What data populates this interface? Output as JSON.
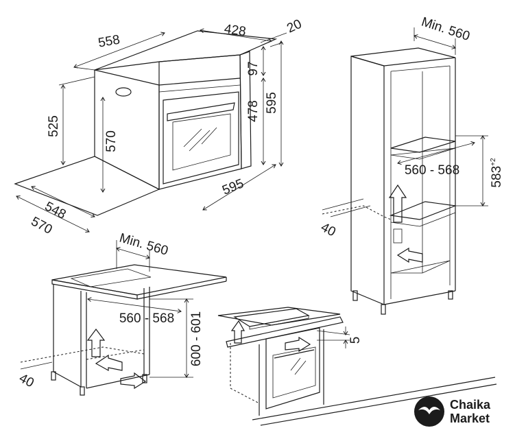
{
  "oven_drawing": {
    "width_top": "558",
    "depth_top": "428",
    "front_panel": "20",
    "control_height": "97",
    "door_height": "478",
    "total_height": "595",
    "left_height": "525",
    "inner_height": "570",
    "front_width": "595",
    "depth_548": "548",
    "depth_570": "570"
  },
  "tall_cabinet": {
    "min_width": "Min. 560",
    "niche_width": "560 - 568",
    "niche_height": "583",
    "niche_height_tolerance": "+2",
    "rear_gap": "40"
  },
  "base_cabinet": {
    "min_width": "Min. 560",
    "niche_width": "560 - 568",
    "niche_height": "600 - 601",
    "rear_gap": "40"
  },
  "under_hob": {
    "gap": "5"
  },
  "brand": {
    "line1": "Chaika",
    "line2": "Market"
  }
}
